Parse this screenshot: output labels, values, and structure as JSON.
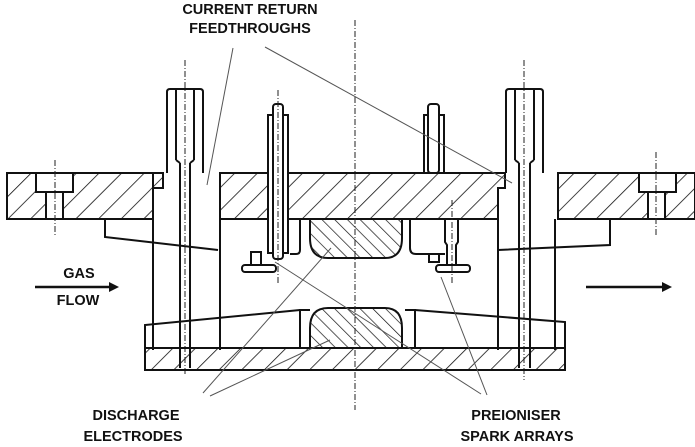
{
  "diagram": {
    "labels": {
      "current_return_line1": "CURRENT RETURN",
      "current_return_line2": "FEEDTHROUGHS",
      "gas_line1": "GAS",
      "gas_line2": "FLOW",
      "discharge_line1": "DISCHARGE",
      "discharge_line2": "ELECTRODES",
      "preioniser_line1": "PREIONISER",
      "preioniser_line2": "SPARK ARRAYS"
    },
    "colors": {
      "ink": "#111111",
      "leader": "#555555",
      "background": "#ffffff"
    }
  }
}
